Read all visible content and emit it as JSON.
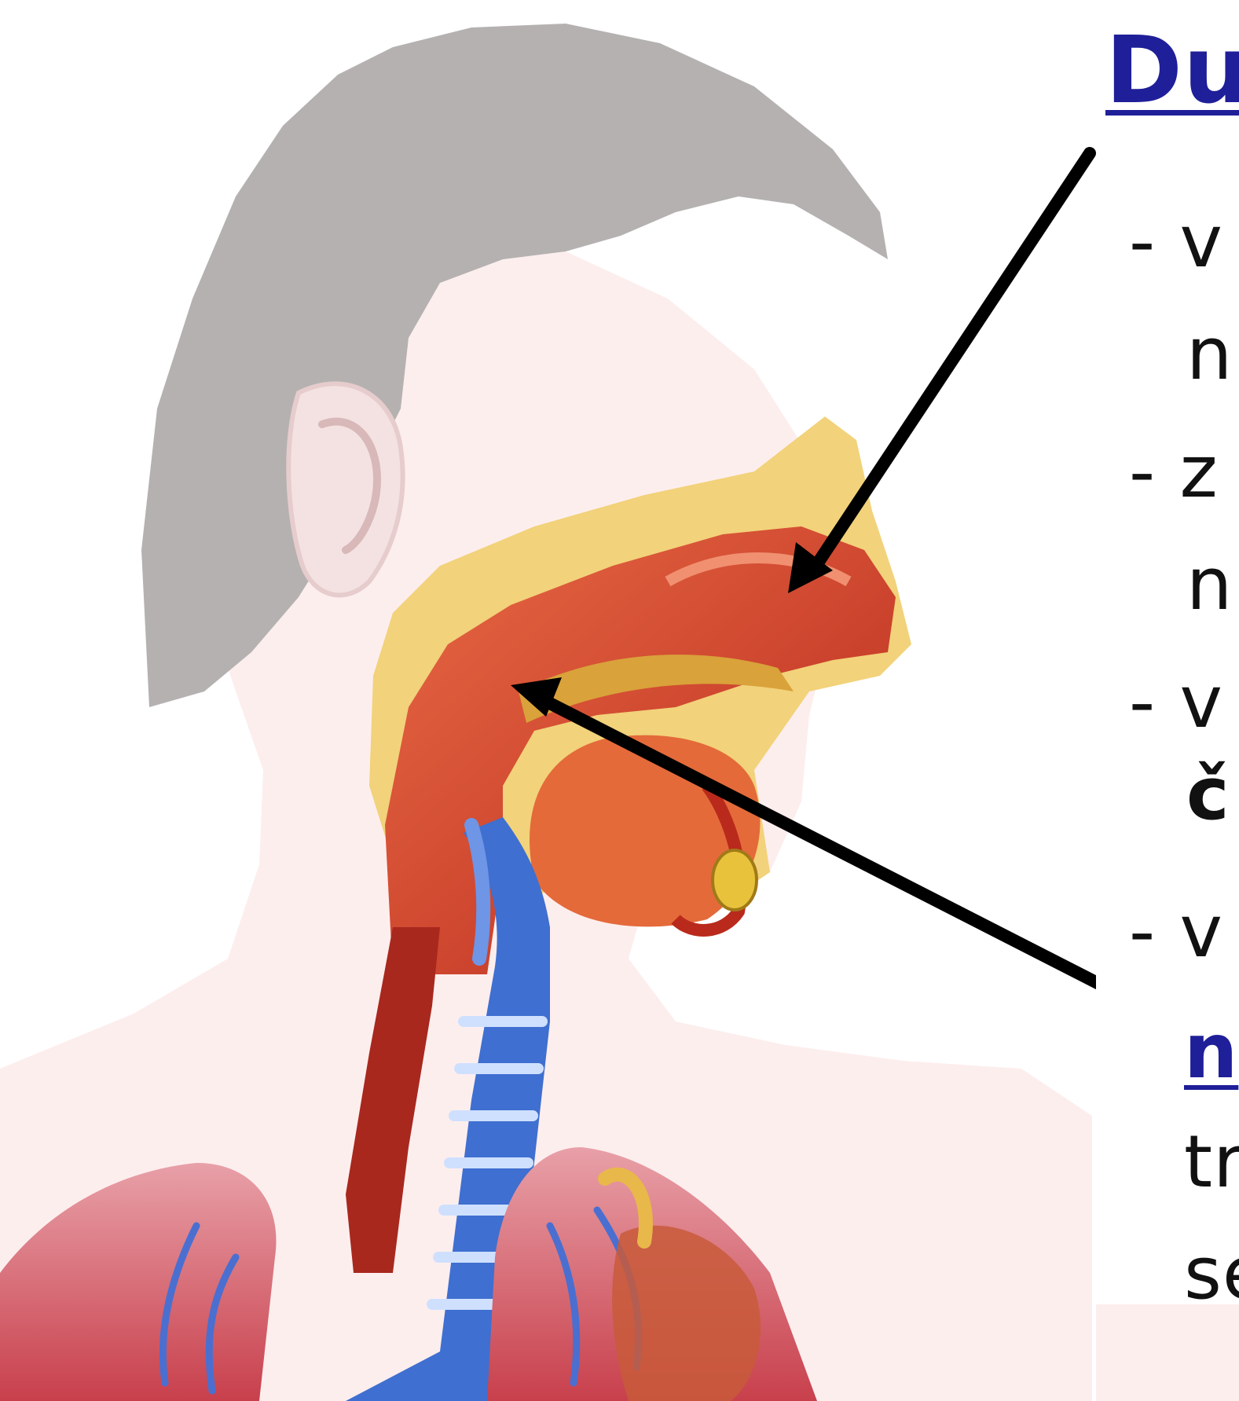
{
  "heading": "Du",
  "bullets": [
    "- v",
    "n",
    "- z",
    "n",
    "- v",
    "č",
    "- v"
  ],
  "subheading": "n",
  "lines": [
    "tr",
    "se"
  ],
  "colors": {
    "heading": "#1f1f99",
    "arrow": "#000000",
    "silhouette": "#b5b1b1",
    "skin": "#fdeeee",
    "tissue": "#d8452a",
    "airway": "#3f6fd0",
    "fat": "#f0c84a"
  },
  "icons": [
    "arrow-to-nasal-cavity-icon",
    "arrow-to-pharynx-icon"
  ]
}
